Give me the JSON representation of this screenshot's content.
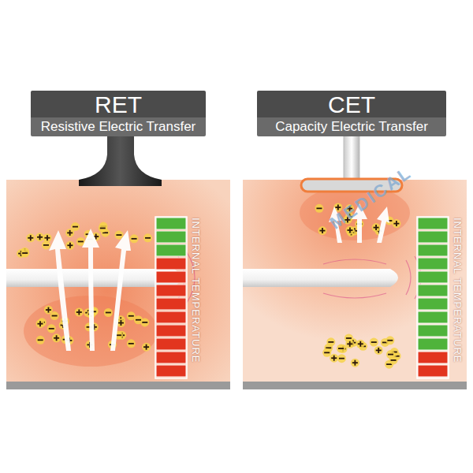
{
  "diagram": {
    "nodes": [
      {
        "text": [
          "RET",
          "Resistive Electric Transfer"
        ]
      },
      {
        "text": [
          "CET",
          "Capacity Electric Transfer"
        ]
      }
    ],
    "labels": [
      "INTERNAL TEMPERATURE",
      "INTERNAL TEMPERATURE",
      "MEDICAL"
    ]
  }
}
